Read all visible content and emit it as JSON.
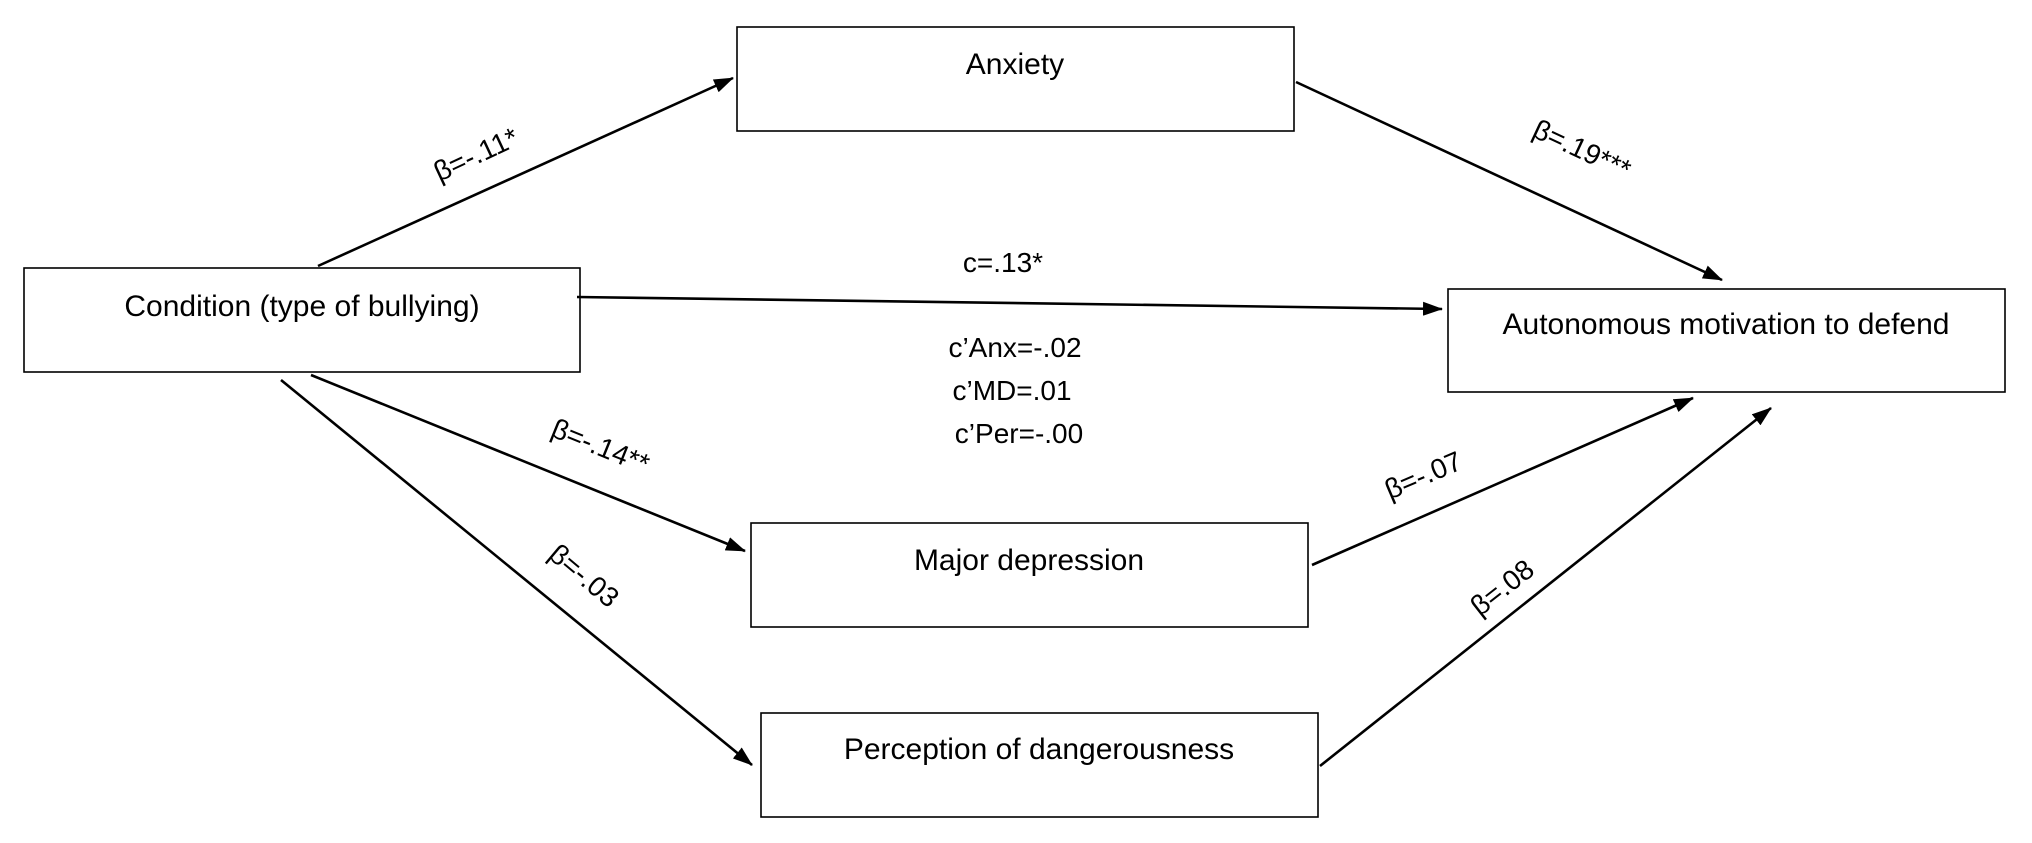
{
  "boxes": {
    "anxiety": "Anxiety",
    "condition": "Condition (type of bullying)",
    "autonomous": "Autonomous motivation to defend",
    "depression": "Major depression",
    "danger": "Perception of dangerousness"
  },
  "paths": {
    "condition_anxiety": "β=-.11*",
    "anxiety_autonomous": "β=.19***",
    "condition_autonomous": "c=.13*",
    "condition_depression": "β=-.14**",
    "condition_danger": "β=-.03",
    "depression_autonomous": "β=-.07",
    "danger_autonomous": "β=.08"
  },
  "direct_effects": {
    "anx": "c’Anx=-.02",
    "md": "c’MD=.01",
    "per": "c’Per=-.00"
  }
}
